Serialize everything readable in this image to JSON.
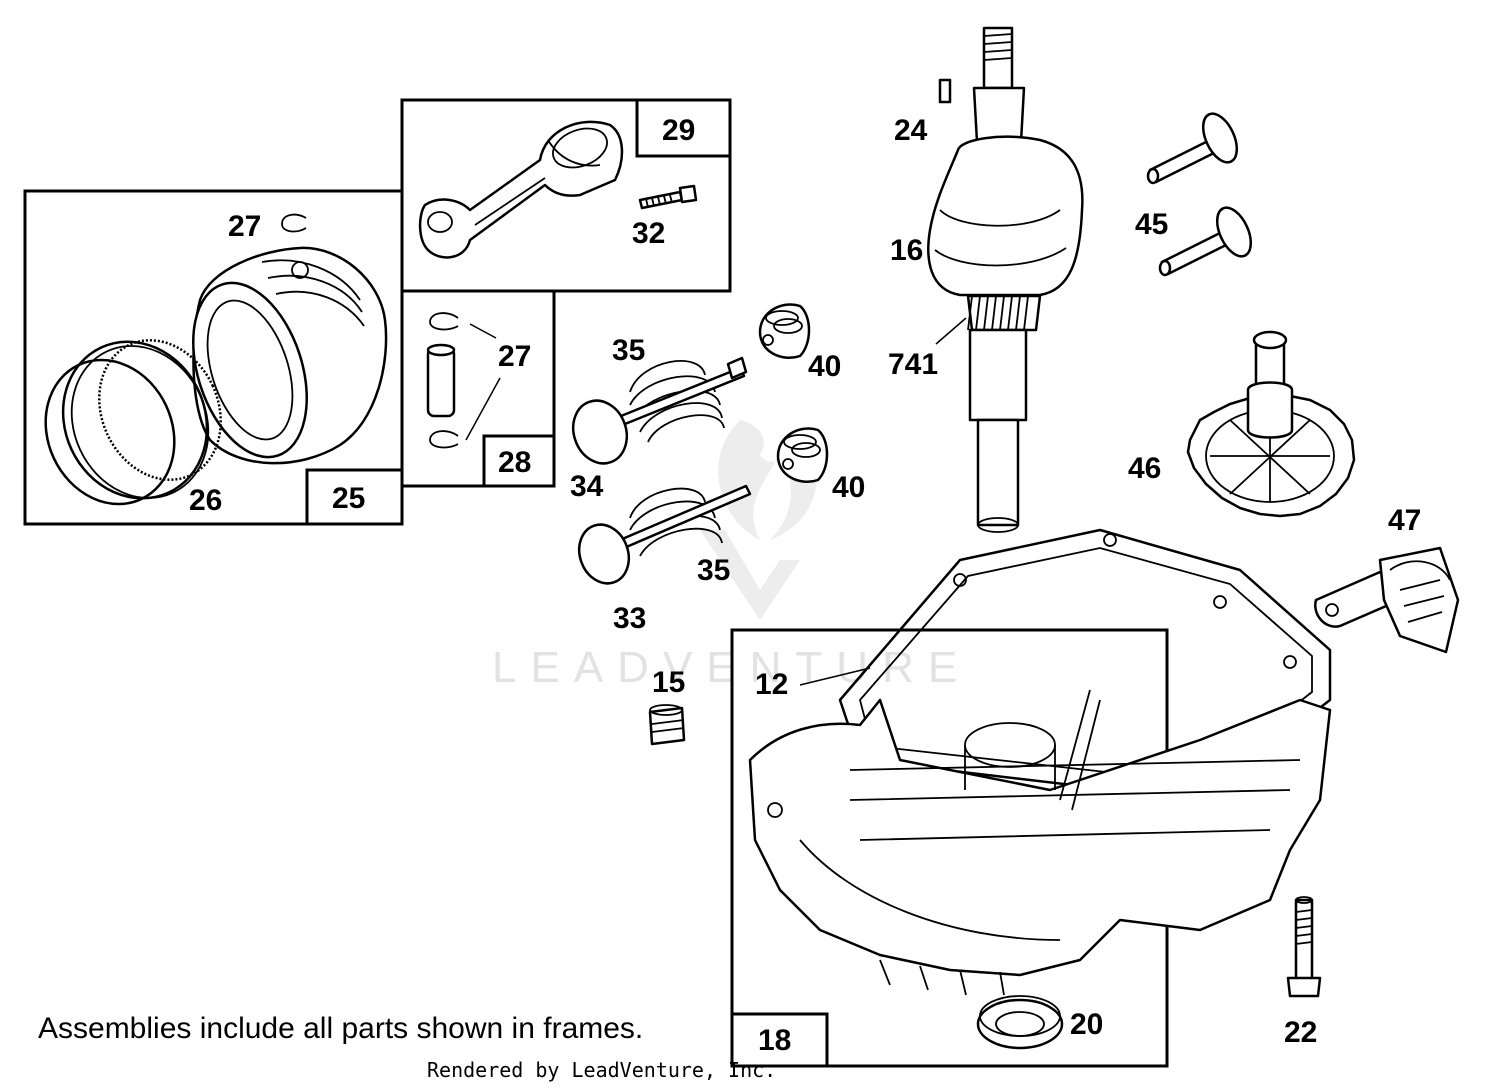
{
  "watermark": "LEADVENTURE",
  "frames": {
    "f25": "25",
    "f28": "28",
    "f29": "29",
    "f18": "18"
  },
  "callouts": {
    "c27a": "27",
    "c32": "32",
    "c27b": "27",
    "c26": "26",
    "c35a": "35",
    "c40a": "40",
    "c34": "34",
    "c40b": "40",
    "c35b": "35",
    "c33": "33",
    "c24": "24",
    "c16": "16",
    "c741": "741",
    "c45": "45",
    "c46": "46",
    "c47": "47",
    "c15": "15",
    "c12": "12",
    "c20": "20",
    "c22": "22"
  },
  "note": "Assemblies include all parts shown in frames.",
  "credit": "Rendered by LeadVenture, Inc."
}
